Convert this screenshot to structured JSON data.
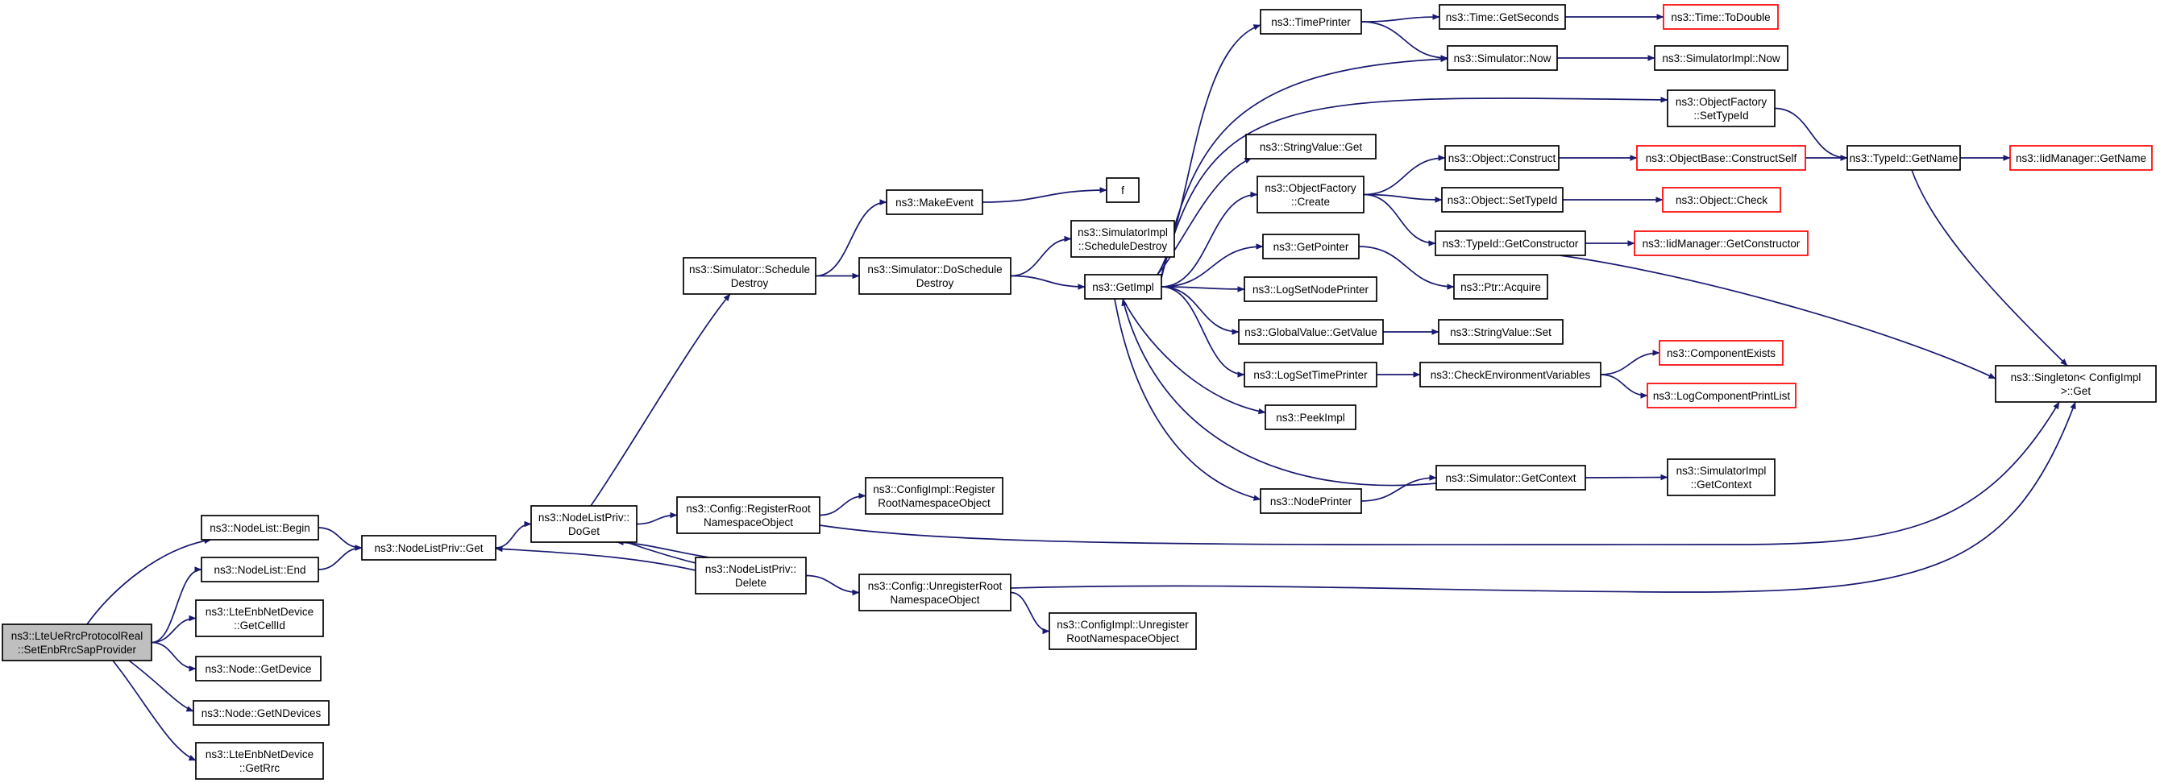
{
  "graph": {
    "nodes": [
      {
        "id": "root",
        "lines": [
          "ns3::LteUeRrcProtocolReal",
          "::SetEnbRrcSapProvider"
        ],
        "style": "root"
      },
      {
        "id": "nodelist_begin",
        "lines": [
          "ns3::NodeList::Begin"
        ],
        "style": "normal"
      },
      {
        "id": "nodelist_end",
        "lines": [
          "ns3::NodeList::End"
        ],
        "style": "normal"
      },
      {
        "id": "lteenb_getcellid",
        "lines": [
          "ns3::LteEnbNetDevice",
          "::GetCellId"
        ],
        "style": "normal"
      },
      {
        "id": "node_getdevice",
        "lines": [
          "ns3::Node::GetDevice"
        ],
        "style": "normal"
      },
      {
        "id": "node_getndevices",
        "lines": [
          "ns3::Node::GetNDevices"
        ],
        "style": "normal"
      },
      {
        "id": "lteenb_getrrc",
        "lines": [
          "ns3::LteEnbNetDevice",
          "::GetRrc"
        ],
        "style": "normal"
      },
      {
        "id": "nlp_get",
        "lines": [
          "ns3::NodeListPriv::Get"
        ],
        "style": "normal"
      },
      {
        "id": "nlp_doget",
        "lines": [
          "ns3::NodeListPriv::",
          "DoGet"
        ],
        "style": "normal"
      },
      {
        "id": "sim_schedule_destroy",
        "lines": [
          "ns3::Simulator::Schedule",
          "Destroy"
        ],
        "style": "normal"
      },
      {
        "id": "cfg_register",
        "lines": [
          "ns3::Config::RegisterRoot",
          "NamespaceObject"
        ],
        "style": "normal"
      },
      {
        "id": "nlp_delete",
        "lines": [
          "ns3::NodeListPriv::",
          "Delete"
        ],
        "style": "normal"
      },
      {
        "id": "make_event",
        "lines": [
          "ns3::MakeEvent"
        ],
        "style": "normal"
      },
      {
        "id": "sim_doschedule_destroy",
        "lines": [
          "ns3::Simulator::DoSchedule",
          "Destroy"
        ],
        "style": "normal"
      },
      {
        "id": "cfgimpl_register",
        "lines": [
          "ns3::ConfigImpl::Register",
          "RootNamespaceObject"
        ],
        "style": "normal"
      },
      {
        "id": "cfg_unregister",
        "lines": [
          "ns3::Config::UnregisterRoot",
          "NamespaceObject"
        ],
        "style": "normal"
      },
      {
        "id": "cfgimpl_unregister",
        "lines": [
          "ns3::ConfigImpl::Unregister",
          "RootNamespaceObject"
        ],
        "style": "normal"
      },
      {
        "id": "f",
        "lines": [
          "f"
        ],
        "style": "normal"
      },
      {
        "id": "simimpl_schedule_destroy",
        "lines": [
          "ns3::SimulatorImpl",
          "::ScheduleDestroy"
        ],
        "style": "normal"
      },
      {
        "id": "getimpl",
        "lines": [
          "ns3::GetImpl"
        ],
        "style": "normal"
      },
      {
        "id": "timeprinter",
        "lines": [
          "ns3::TimePrinter"
        ],
        "style": "normal"
      },
      {
        "id": "stringvalue_get",
        "lines": [
          "ns3::StringValue::Get"
        ],
        "style": "normal"
      },
      {
        "id": "objfactory_create",
        "lines": [
          "ns3::ObjectFactory",
          "::Create"
        ],
        "style": "normal"
      },
      {
        "id": "getpointer",
        "lines": [
          "ns3::GetPointer"
        ],
        "style": "normal"
      },
      {
        "id": "logsetnodeprinter",
        "lines": [
          "ns3::LogSetNodePrinter"
        ],
        "style": "normal"
      },
      {
        "id": "globalvalue_getvalue",
        "lines": [
          "ns3::GlobalValue::GetValue"
        ],
        "style": "normal"
      },
      {
        "id": "logsettimeprinter",
        "lines": [
          "ns3::LogSetTimePrinter"
        ],
        "style": "normal"
      },
      {
        "id": "peekimpl",
        "lines": [
          "ns3::PeekImpl"
        ],
        "style": "normal"
      },
      {
        "id": "nodeprinter",
        "lines": [
          "ns3::NodePrinter"
        ],
        "style": "normal"
      },
      {
        "id": "time_getseconds",
        "lines": [
          "ns3::Time::GetSeconds"
        ],
        "style": "normal"
      },
      {
        "id": "sim_now",
        "lines": [
          "ns3::Simulator::Now"
        ],
        "style": "normal"
      },
      {
        "id": "object_construct",
        "lines": [
          "ns3::Object::Construct"
        ],
        "style": "normal"
      },
      {
        "id": "object_settypeid",
        "lines": [
          "ns3::Object::SetTypeId"
        ],
        "style": "normal"
      },
      {
        "id": "typeid_getconstructor",
        "lines": [
          "ns3::TypeId::GetConstructor"
        ],
        "style": "normal"
      },
      {
        "id": "ptr_acquire",
        "lines": [
          "ns3::Ptr::Acquire"
        ],
        "style": "normal"
      },
      {
        "id": "stringvalue_set",
        "lines": [
          "ns3::StringValue::Set"
        ],
        "style": "normal"
      },
      {
        "id": "check_env",
        "lines": [
          "ns3::CheckEnvironmentVariables"
        ],
        "style": "normal"
      },
      {
        "id": "sim_getcontext",
        "lines": [
          "ns3::Simulator::GetContext"
        ],
        "style": "normal"
      },
      {
        "id": "time_todouble",
        "lines": [
          "ns3::Time::ToDouble"
        ],
        "style": "truncated"
      },
      {
        "id": "simimpl_now",
        "lines": [
          "ns3::SimulatorImpl::Now"
        ],
        "style": "normal"
      },
      {
        "id": "objfactory_settypeid",
        "lines": [
          "ns3::ObjectFactory",
          "::SetTypeId"
        ],
        "style": "normal"
      },
      {
        "id": "objbase_constructself",
        "lines": [
          "ns3::ObjectBase::ConstructSelf"
        ],
        "style": "truncated"
      },
      {
        "id": "object_check",
        "lines": [
          "ns3::Object::Check"
        ],
        "style": "truncated"
      },
      {
        "id": "iidmanager_getconstructor",
        "lines": [
          "ns3::IidManager::GetConstructor"
        ],
        "style": "truncated"
      },
      {
        "id": "componentexists",
        "lines": [
          "ns3::ComponentExists"
        ],
        "style": "truncated"
      },
      {
        "id": "logcomponentprintlist",
        "lines": [
          "ns3::LogComponentPrintList"
        ],
        "style": "truncated"
      },
      {
        "id": "simimpl_getcontext",
        "lines": [
          "ns3::SimulatorImpl",
          "::GetContext"
        ],
        "style": "normal"
      },
      {
        "id": "typeid_getname",
        "lines": [
          "ns3::TypeId::GetName"
        ],
        "style": "normal"
      },
      {
        "id": "iidmanager_getname",
        "lines": [
          "ns3::IidManager::GetName"
        ],
        "style": "truncated"
      },
      {
        "id": "singleton_get",
        "lines": [
          "ns3::Singleton< ConfigImpl",
          " >::Get"
        ],
        "style": "normal"
      }
    ],
    "edges": [
      [
        "root",
        "nodelist_begin"
      ],
      [
        "root",
        "nodelist_end"
      ],
      [
        "root",
        "lteenb_getcellid"
      ],
      [
        "root",
        "node_getdevice"
      ],
      [
        "root",
        "node_getndevices"
      ],
      [
        "root",
        "lteenb_getrrc"
      ],
      [
        "nodelist_begin",
        "nlp_get"
      ],
      [
        "nodelist_end",
        "nlp_get"
      ],
      [
        "nlp_get",
        "nlp_doget"
      ],
      [
        "nlp_doget",
        "sim_schedule_destroy"
      ],
      [
        "nlp_doget",
        "cfg_register"
      ],
      [
        "nlp_doget",
        "nlp_delete"
      ],
      [
        "nlp_delete",
        "nlp_get"
      ],
      [
        "nlp_delete",
        "nlp_doget"
      ],
      [
        "nlp_delete",
        "cfg_unregister"
      ],
      [
        "sim_schedule_destroy",
        "make_event"
      ],
      [
        "sim_schedule_destroy",
        "sim_doschedule_destroy"
      ],
      [
        "cfg_register",
        "cfgimpl_register"
      ],
      [
        "cfg_register",
        "singleton_get"
      ],
      [
        "cfg_unregister",
        "cfgimpl_unregister"
      ],
      [
        "cfg_unregister",
        "singleton_get"
      ],
      [
        "make_event",
        "f"
      ],
      [
        "sim_doschedule_destroy",
        "simimpl_schedule_destroy"
      ],
      [
        "sim_doschedule_destroy",
        "getimpl"
      ],
      [
        "getimpl",
        "timeprinter"
      ],
      [
        "getimpl",
        "stringvalue_get"
      ],
      [
        "getimpl",
        "objfactory_create"
      ],
      [
        "getimpl",
        "getpointer"
      ],
      [
        "getimpl",
        "logsetnodeprinter"
      ],
      [
        "getimpl",
        "globalvalue_getvalue"
      ],
      [
        "getimpl",
        "logsettimeprinter"
      ],
      [
        "getimpl",
        "peekimpl"
      ],
      [
        "getimpl",
        "nodeprinter"
      ],
      [
        "getimpl",
        "objfactory_settypeid"
      ],
      [
        "getimpl",
        "sim_now"
      ],
      [
        "timeprinter",
        "time_getseconds"
      ],
      [
        "timeprinter",
        "sim_now"
      ],
      [
        "time_getseconds",
        "time_todouble"
      ],
      [
        "sim_now",
        "simimpl_now"
      ],
      [
        "objfactory_create",
        "object_construct"
      ],
      [
        "objfactory_create",
        "object_settypeid"
      ],
      [
        "objfactory_create",
        "typeid_getconstructor"
      ],
      [
        "object_construct",
        "objbase_constructself"
      ],
      [
        "object_settypeid",
        "object_check"
      ],
      [
        "objbase_constructself",
        "typeid_getname"
      ],
      [
        "typeid_getconstructor",
        "iidmanager_getconstructor"
      ],
      [
        "typeid_getconstructor",
        "singleton_get"
      ],
      [
        "objfactory_settypeid",
        "typeid_getname"
      ],
      [
        "typeid_getname",
        "iidmanager_getname"
      ],
      [
        "typeid_getname",
        "singleton_get"
      ],
      [
        "getpointer",
        "ptr_acquire"
      ],
      [
        "globalvalue_getvalue",
        "stringvalue_set"
      ],
      [
        "logsettimeprinter",
        "check_env"
      ],
      [
        "check_env",
        "componentexists"
      ],
      [
        "check_env",
        "logcomponentprintlist"
      ],
      [
        "nodeprinter",
        "sim_getcontext"
      ],
      [
        "sim_getcontext",
        "getimpl"
      ],
      [
        "sim_getcontext",
        "simimpl_getcontext"
      ]
    ]
  },
  "colors": {
    "edge": "#191970",
    "border_normal": "#000000",
    "border_truncated": "#ff0000",
    "fill_root": "#bfbfbf",
    "fill_normal": "#ffffff",
    "text": "#000000"
  }
}
